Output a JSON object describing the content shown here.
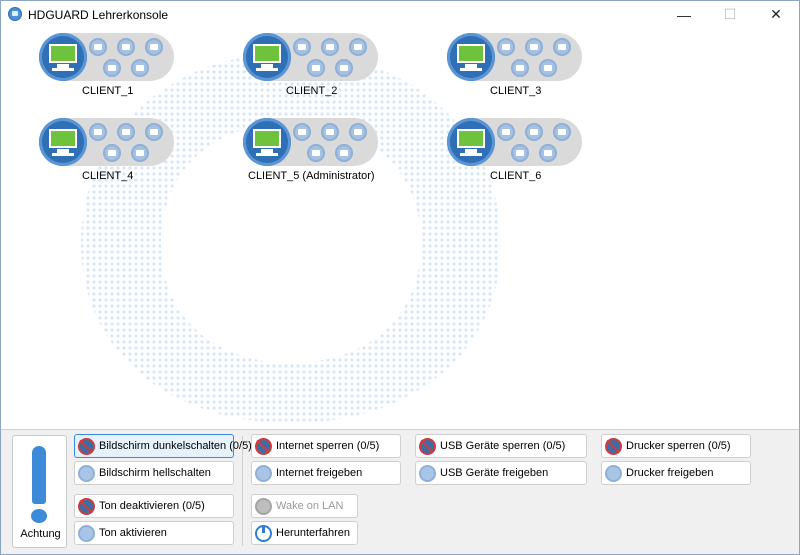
{
  "window": {
    "title": "HDGUARD Lehrerkonsole",
    "min_icon": "minimize-icon",
    "max_icon": "maximize-icon",
    "close_icon": "close-icon"
  },
  "clients": [
    {
      "label": "CLIENT_1"
    },
    {
      "label": "CLIENT_2"
    },
    {
      "label": "CLIENT_3"
    },
    {
      "label": "CLIENT_4"
    },
    {
      "label": "CLIENT_5 (Administrator)"
    },
    {
      "label": "CLIENT_6"
    }
  ],
  "client_status_icons": [
    "screen-status-icon",
    "usb-status-icon",
    "sound-status-icon",
    "internet-status-icon",
    "printer-status-icon"
  ],
  "colors": {
    "accent": "#3c8ad8",
    "monitor_screen": "#6fc23c",
    "monitor_circle": "#2f6fb5",
    "forbid_red": "#d23b3b"
  },
  "achtung": {
    "label": "Achtung"
  },
  "actions": {
    "screen_dark": "Bildschirm dunkelschalten (0/5)",
    "screen_bright": "Bildschirm hellschalten",
    "sound_off": "Ton deaktivieren (0/5)",
    "sound_on": "Ton aktivieren",
    "internet_block": "Internet sperren (0/5)",
    "internet_allow": "Internet freigeben",
    "wake_lan": "Wake on LAN",
    "shutdown": "Herunterfahren",
    "usb_block": "USB Geräte sperren (0/5)",
    "usb_allow": "USB Geräte freigeben",
    "printer_block": "Drucker sperren (0/5)",
    "printer_allow": "Drucker freigeben"
  }
}
